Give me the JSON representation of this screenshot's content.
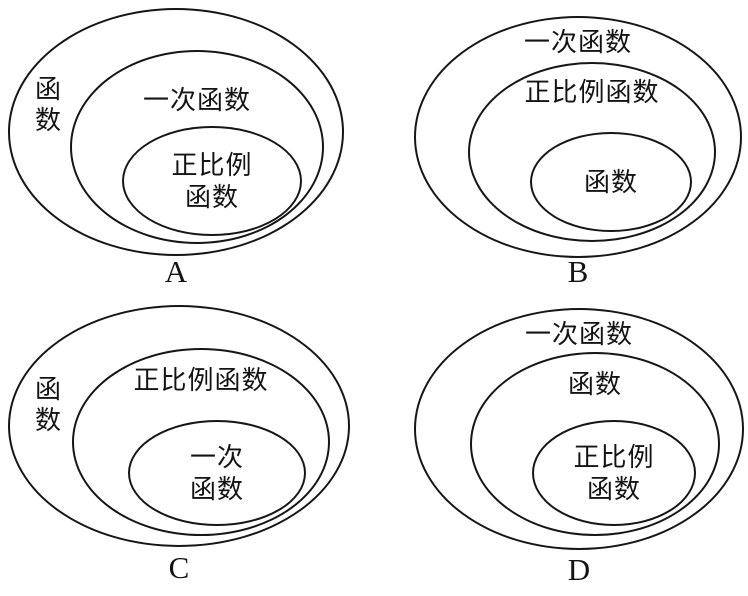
{
  "page": {
    "background": "#ffffff",
    "line_color": "#161616"
  },
  "diagrams": [
    {
      "caption": "A",
      "outer_label": "函数",
      "middle_label": "一次函数",
      "inner_label": "正比例\n函数"
    },
    {
      "caption": "B",
      "outer_label": "一次函数",
      "middle_label": "正比例函数",
      "inner_label": "函数"
    },
    {
      "caption": "C",
      "outer_label": "函数",
      "middle_label": "正比例函数",
      "inner_label": "一次\n函数"
    },
    {
      "caption": "D",
      "outer_label": "一次函数",
      "middle_label": "函数",
      "inner_label": "正比例\n函数"
    }
  ]
}
